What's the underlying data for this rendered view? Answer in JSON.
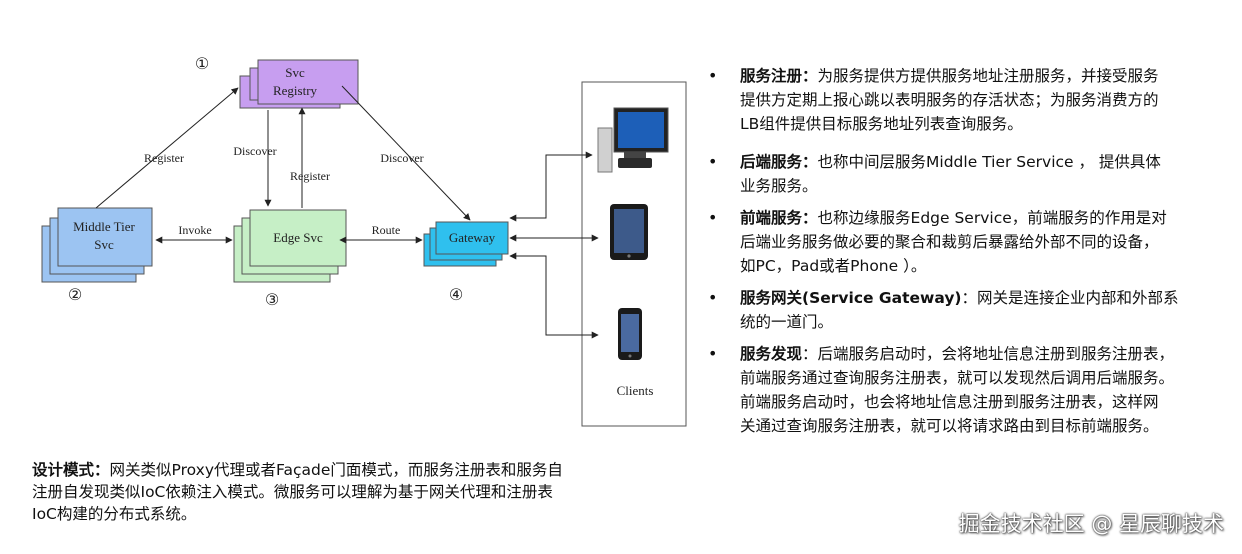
{
  "diagram": {
    "nodes": {
      "registry": [
        "Svc",
        "Registry"
      ],
      "middle": [
        "Middle Tier",
        "Svc"
      ],
      "edge": [
        "Edge Svc"
      ],
      "gateway": [
        "Gateway"
      ],
      "clients_label": "Clients"
    },
    "numbers": {
      "registry": "①",
      "middle": "②",
      "edge": "③",
      "gateway": "④"
    },
    "edges": {
      "register_left": "Register",
      "discover_left": "Discover",
      "register_mid": "Register",
      "discover_right": "Discover",
      "invoke": "Invoke",
      "route": "Route"
    },
    "colors": {
      "registry": "#c79ef0",
      "middle": "#9cc4f2",
      "edge": "#c6efc6",
      "gateway": "#2fc0ee"
    }
  },
  "bullets": [
    {
      "bullet": "•",
      "term": "服务注册",
      "sep": "：",
      "lines": [
        "为服务提供方提供服务地址注册服务，并接受服务",
        "提供方定期上报心跳以表明服务的存活状态；为服务消费方的",
        "LB组件提供目标服务地址列表查询服务。"
      ]
    },
    {
      "bullet": "•",
      "term": "后端服务",
      "sep": "：",
      "lines": [
        "也称中间层服务Middle Tier Service ， 提供具体",
        "业务服务。"
      ]
    },
    {
      "bullet": "•",
      "term": "前端服务",
      "sep": "：",
      "lines": [
        "也称边缘服务Edge Service，前端服务的作用是对",
        "后端业务服务做必要的聚合和裁剪后暴露给外部不同的设备，",
        "如PC，Pad或者Phone ）。"
      ]
    },
    {
      "bullet": "•",
      "term": "服务网关(Service Gateway)",
      "sep": "：",
      "lines": [
        "网关是连接企业内部和外部系",
        "统的一道门。"
      ]
    },
    {
      "bullet": "•",
      "term": "服务发现",
      "sep": "：",
      "lines": [
        "后端服务启动时，会将地址信息注册到服务注册表，",
        "前端服务通过查询服务注册表，就可以发现然后调用后端服务。",
        "前端服务启动时，也会将地址信息注册到服务注册表，这样网",
        "关通过查询服务注册表，就可以将请求路由到目标前端服务。"
      ]
    }
  ],
  "note": {
    "term": "设计模式",
    "sep": "：",
    "lines": [
      "网关类似Proxy代理或者Façade门面模式，而服务注册表和服务自",
      "注册自发现类似IoC依赖注入模式。微服务可以理解为基于网关代理和注册表",
      "IoC构建的分布式系统。"
    ]
  },
  "watermark": "掘金技术社区 @ 星辰聊技术",
  "icons": [
    "monitor-icon",
    "tablet-icon",
    "phone-icon"
  ]
}
